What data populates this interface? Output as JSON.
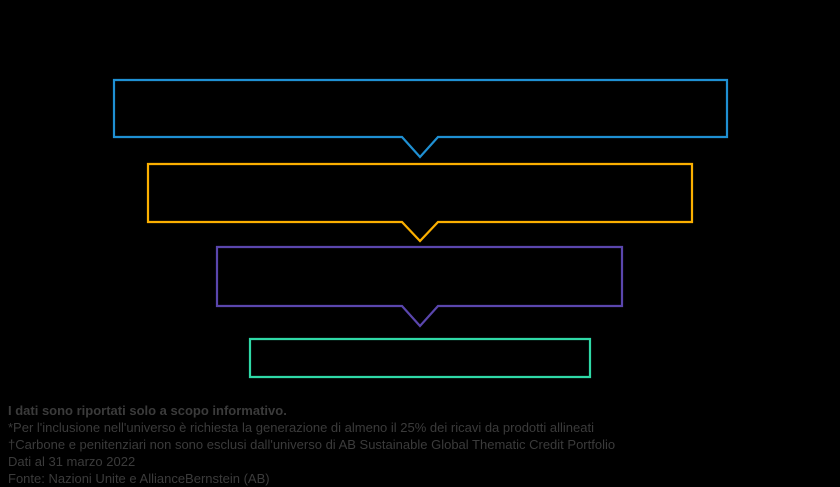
{
  "funnel": {
    "stages": [
      {
        "id": "stage-1",
        "label": "",
        "color": "#1f90d3"
      },
      {
        "id": "stage-2",
        "label": "",
        "color": "#fbaf00"
      },
      {
        "id": "stage-3",
        "label": "",
        "color": "#5a46ad"
      },
      {
        "id": "stage-4",
        "label": "",
        "color": "#2fd9a7"
      }
    ]
  },
  "footnotes": {
    "line1": "I dati sono riportati solo a scopo informativo.",
    "line2": "*Per l'inclusione nell'universo è richiesta la generazione di almeno il 25% dei ricavi da prodotti allineati",
    "line3": "†Carbone e penitenziari non sono esclusi dall'universo di AB Sustainable Global Thematic Credit Portfolio",
    "line4": "Dati al 31 marzo 2022",
    "line5": "Fonte: Nazioni Unite e AllianceBernstein (AB)"
  },
  "colors": {
    "background": "#000000",
    "footnote_text": "#3b3b3b"
  }
}
